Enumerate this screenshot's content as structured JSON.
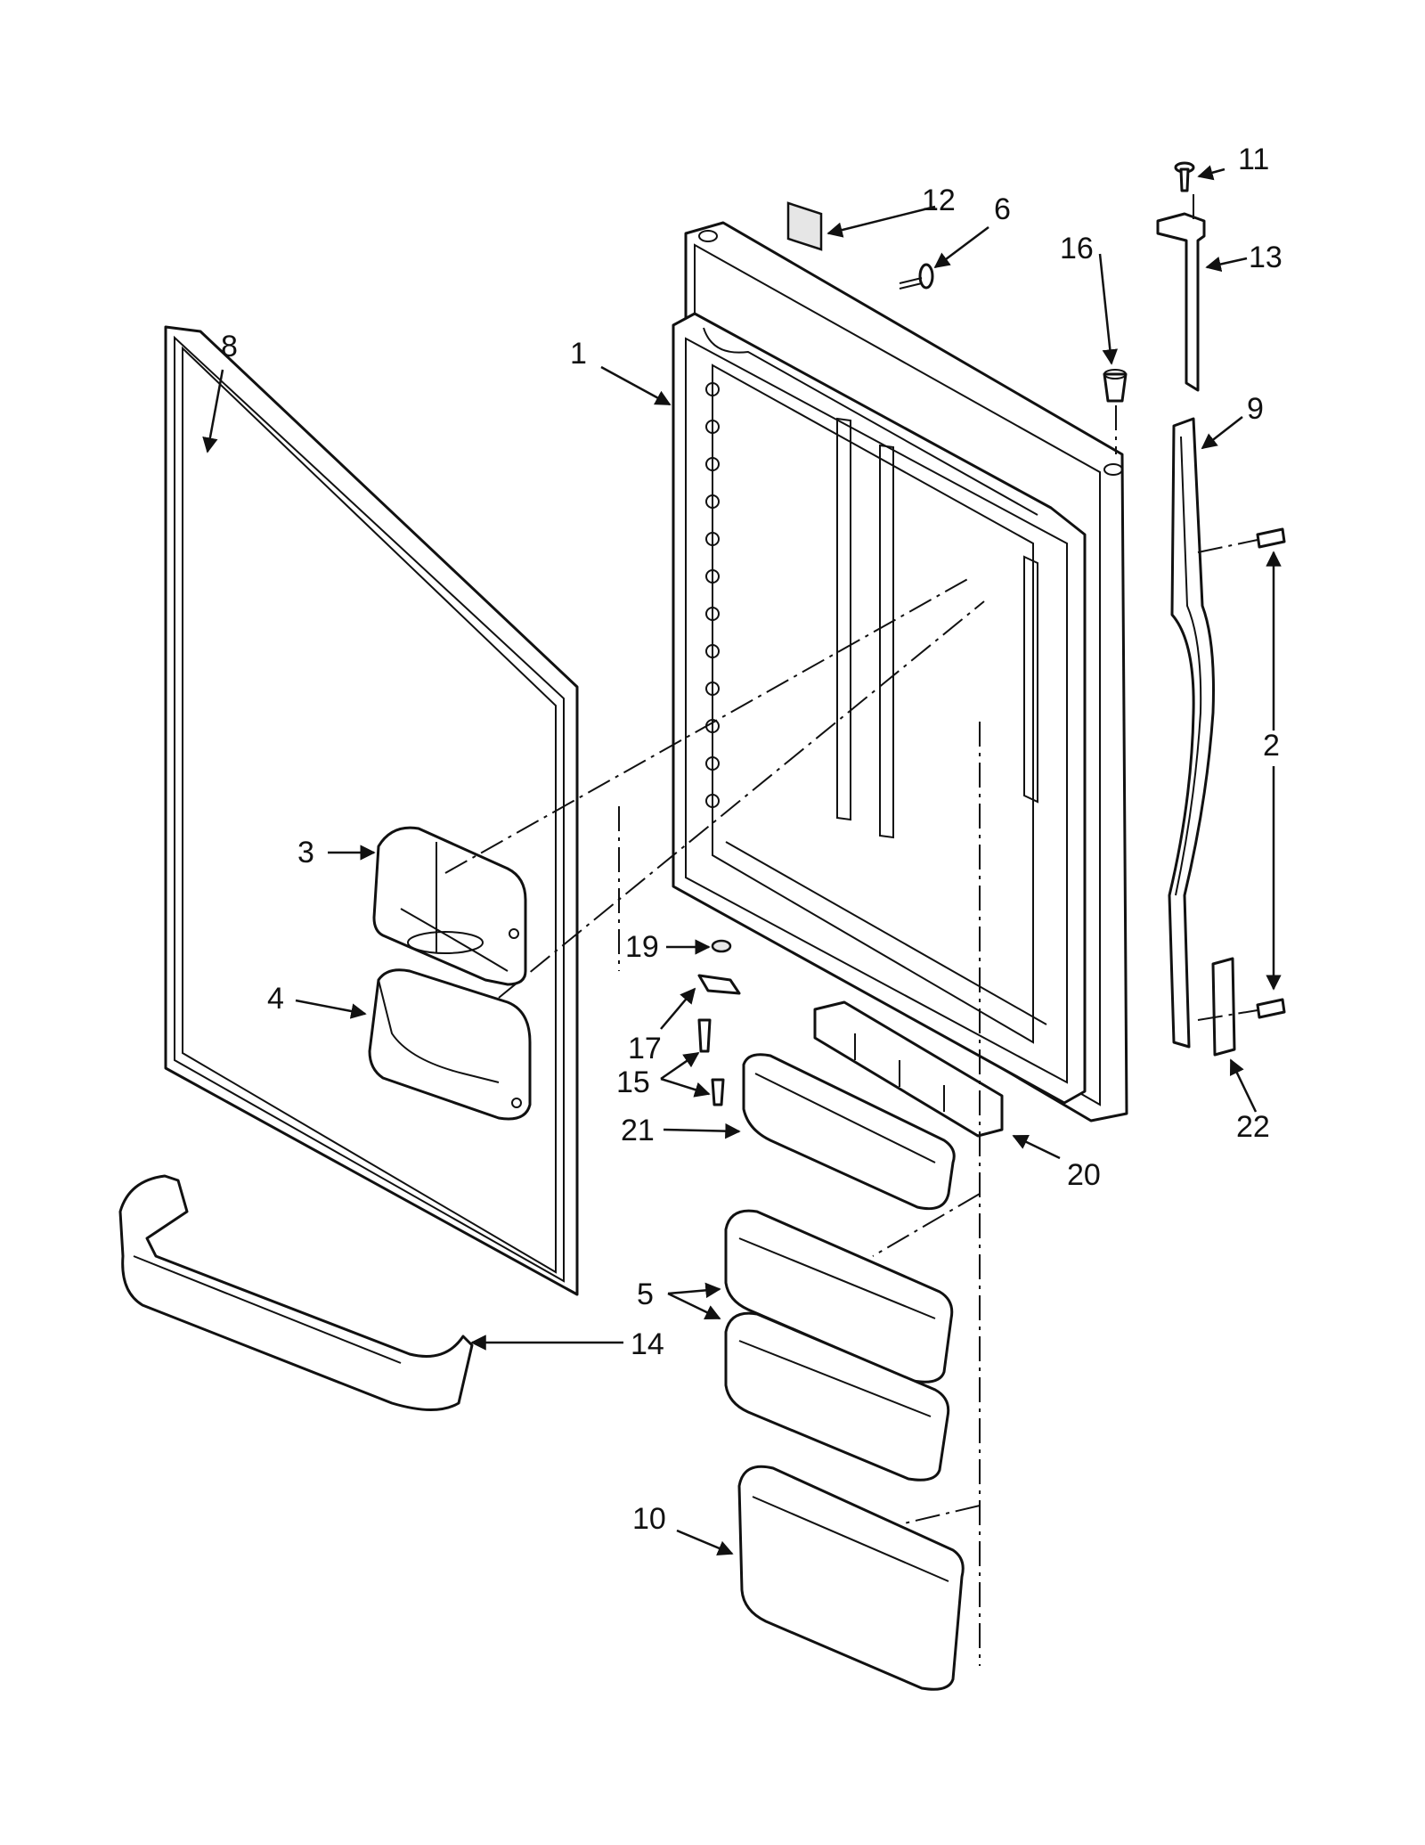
{
  "callouts": [
    {
      "id": "1",
      "text": "1"
    },
    {
      "id": "2",
      "text": "2"
    },
    {
      "id": "3",
      "text": "3"
    },
    {
      "id": "4",
      "text": "4"
    },
    {
      "id": "5",
      "text": "5"
    },
    {
      "id": "6",
      "text": "6"
    },
    {
      "id": "8",
      "text": "8"
    },
    {
      "id": "9",
      "text": "9"
    },
    {
      "id": "10",
      "text": "10"
    },
    {
      "id": "11",
      "text": "11"
    },
    {
      "id": "12",
      "text": "12"
    },
    {
      "id": "13",
      "text": "13"
    },
    {
      "id": "14",
      "text": "14"
    },
    {
      "id": "15",
      "text": "15"
    },
    {
      "id": "16",
      "text": "16"
    },
    {
      "id": "17",
      "text": "17"
    },
    {
      "id": "19",
      "text": "19"
    },
    {
      "id": "20",
      "text": "20"
    },
    {
      "id": "21",
      "text": "21"
    },
    {
      "id": "22",
      "text": "22"
    }
  ],
  "colors": {
    "line": "#111111",
    "background": "#ffffff",
    "shade": "#e6e6e6"
  }
}
